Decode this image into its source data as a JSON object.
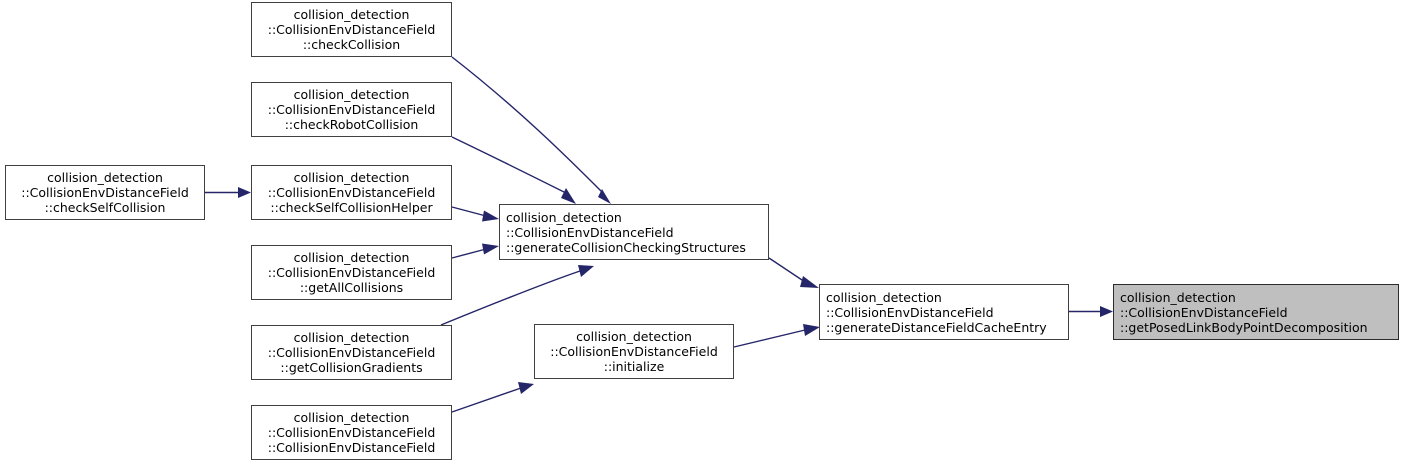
{
  "diagram": {
    "type": "call-graph",
    "title": "collision_detection::CollisionEnvDistanceField::getPosedLinkBodyPointDecomposition caller graph",
    "colors": {
      "edge": "#252569",
      "node_border": "#404040",
      "node_fill": "#ffffff",
      "highlight_fill": "#bfbfbf",
      "text": "#000000"
    },
    "nodes": [
      {
        "id": "checkSelfCollision",
        "lines": [
          "collision_detection",
          "::CollisionEnvDistanceField",
          "::checkSelfCollision"
        ],
        "align": "center",
        "highlight": false
      },
      {
        "id": "checkCollision",
        "lines": [
          "collision_detection",
          "::CollisionEnvDistanceField",
          "::checkCollision"
        ],
        "align": "center",
        "highlight": false
      },
      {
        "id": "checkRobotCollision",
        "lines": [
          "collision_detection",
          "::CollisionEnvDistanceField",
          "::checkRobotCollision"
        ],
        "align": "center",
        "highlight": false
      },
      {
        "id": "checkSelfCollisionHelper",
        "lines": [
          "collision_detection",
          "::CollisionEnvDistanceField",
          "::checkSelfCollisionHelper"
        ],
        "align": "center",
        "highlight": false
      },
      {
        "id": "getAllCollisions",
        "lines": [
          "collision_detection",
          "::CollisionEnvDistanceField",
          "::getAllCollisions"
        ],
        "align": "center",
        "highlight": false
      },
      {
        "id": "getCollisionGradients",
        "lines": [
          "collision_detection",
          "::CollisionEnvDistanceField",
          "::getCollisionGradients"
        ],
        "align": "center",
        "highlight": false
      },
      {
        "id": "constructor",
        "lines": [
          "collision_detection",
          "::CollisionEnvDistanceField",
          "::CollisionEnvDistanceField"
        ],
        "align": "center",
        "highlight": false
      },
      {
        "id": "generateCollisionCheckingStructures",
        "lines": [
          "collision_detection",
          "::CollisionEnvDistanceField",
          "::generateCollisionCheckingStructures"
        ],
        "align": "left",
        "highlight": false
      },
      {
        "id": "initialize",
        "lines": [
          "collision_detection",
          "::CollisionEnvDistanceField",
          "::initialize"
        ],
        "align": "center",
        "highlight": false
      },
      {
        "id": "generateDistanceFieldCacheEntry",
        "lines": [
          "collision_detection",
          "::CollisionEnvDistanceField",
          "::generateDistanceFieldCacheEntry"
        ],
        "align": "left",
        "highlight": false
      },
      {
        "id": "getPosedLinkBodyPointDecomposition",
        "lines": [
          "collision_detection",
          "::CollisionEnvDistanceField",
          "::getPosedLinkBodyPointDecomposition"
        ],
        "align": "left",
        "highlight": true
      }
    ],
    "edges": [
      {
        "from": "checkSelfCollision",
        "to": "checkSelfCollisionHelper"
      },
      {
        "from": "checkCollision",
        "to": "generateCollisionCheckingStructures"
      },
      {
        "from": "checkRobotCollision",
        "to": "generateCollisionCheckingStructures"
      },
      {
        "from": "checkSelfCollisionHelper",
        "to": "generateCollisionCheckingStructures"
      },
      {
        "from": "getAllCollisions",
        "to": "generateCollisionCheckingStructures"
      },
      {
        "from": "getCollisionGradients",
        "to": "generateCollisionCheckingStructures"
      },
      {
        "from": "constructor",
        "to": "initialize"
      },
      {
        "from": "generateCollisionCheckingStructures",
        "to": "generateDistanceFieldCacheEntry"
      },
      {
        "from": "initialize",
        "to": "generateDistanceFieldCacheEntry"
      },
      {
        "from": "generateDistanceFieldCacheEntry",
        "to": "getPosedLinkBodyPointDecomposition"
      }
    ]
  }
}
